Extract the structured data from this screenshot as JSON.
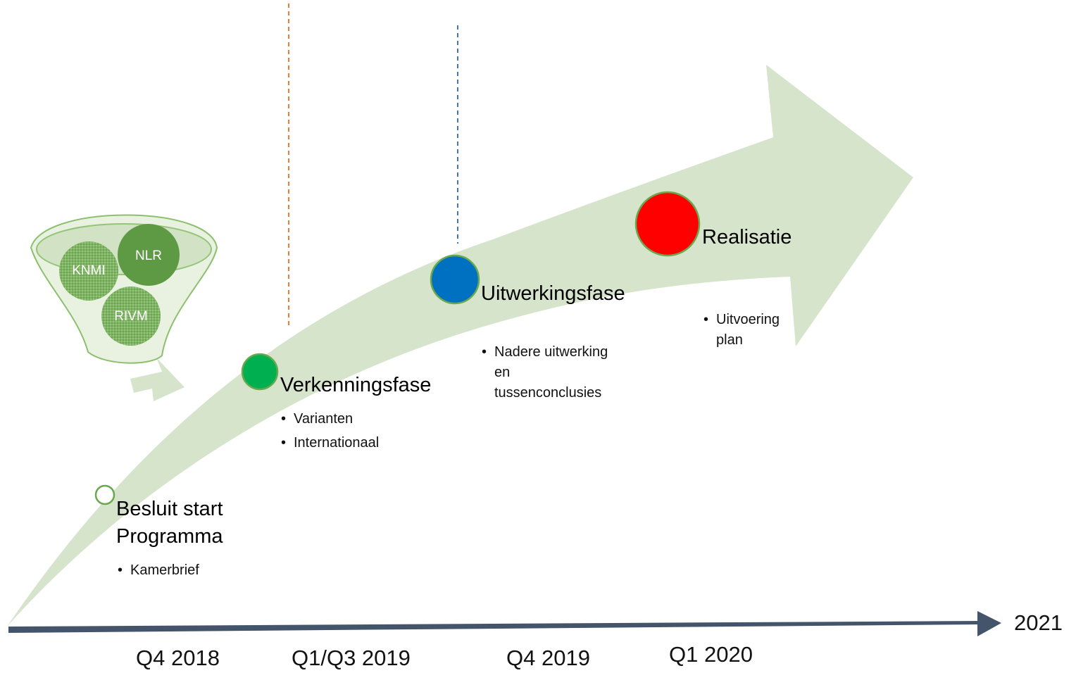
{
  "colors": {
    "arrow_fill": "#d6e4cc",
    "axis": "#44546a",
    "funnel": "#6aa84f",
    "orange_dash": "#ed7d31",
    "blue_dash": "#4472c4",
    "milestone_start": "#ffffff",
    "milestone_verkenning": "#00b050",
    "milestone_uitwerking": "#0070c0",
    "milestone_realisatie": "#ff0000"
  },
  "funnel": {
    "organisations": [
      "NLR",
      "KNMI",
      "RIVM"
    ]
  },
  "milestones": [
    {
      "title_lines": [
        "Besluit start",
        "Programma"
      ],
      "bullets": [
        "Kamerbrief"
      ]
    },
    {
      "title_lines": [
        "Verkenningsfase"
      ],
      "bullets": [
        "Varianten",
        "Internationaal"
      ]
    },
    {
      "title_lines": [
        "Uitwerkingsfase"
      ],
      "bullets": [
        "Nadere uitwerking",
        "en",
        "tussenconclusies"
      ]
    },
    {
      "title_lines": [
        "Realisatie"
      ],
      "bullets": [
        "Uitvoering",
        "plan"
      ]
    }
  ],
  "timeline": {
    "quarters": [
      "Q4 2018",
      "Q1/Q3 2019",
      "Q4 2019",
      "Q1 2020"
    ],
    "end_label": "2021"
  }
}
